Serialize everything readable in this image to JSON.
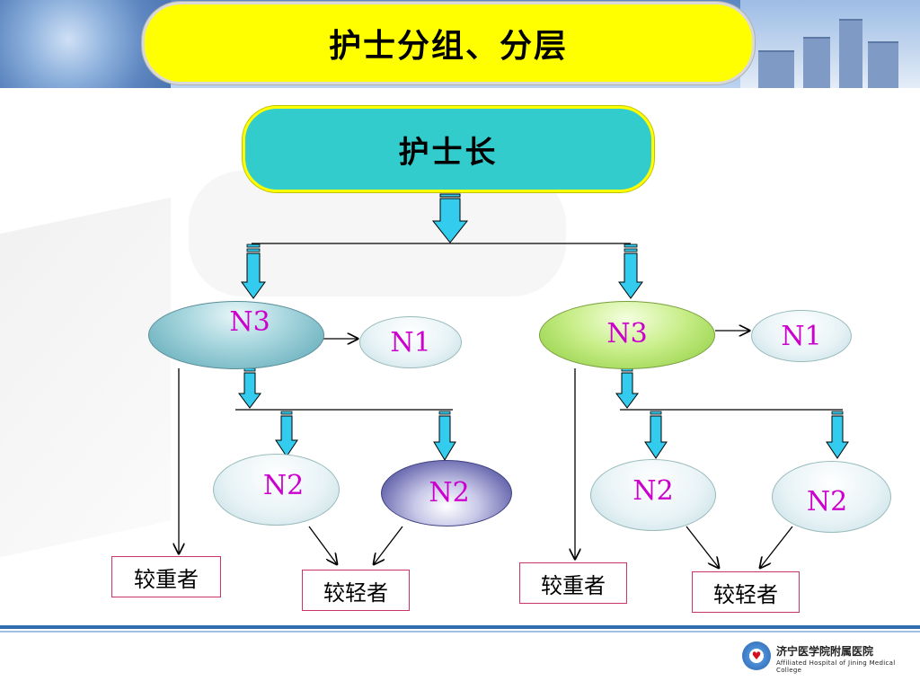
{
  "title": "护士分组、分层",
  "root": "护士长",
  "left_group": {
    "n3": "N3",
    "n1": "N1",
    "n2_a": "N2",
    "n2_b": "N2",
    "heavier": "较重者",
    "lighter": "较轻者"
  },
  "right_group": {
    "n3": "N3",
    "n1": "N1",
    "n2_a": "N2",
    "n2_b": "N2",
    "heavier": "较重者",
    "lighter": "较轻者"
  },
  "footer": {
    "hospital_cn": "济宁医学院附属医院",
    "hospital_en": "Affiliated Hospital of Jining Medical College"
  },
  "colors": {
    "title_fill": "#ffff00",
    "root_fill": "#33cccc",
    "arrow_fill": "#33ccee",
    "node_text": "#cc00cc",
    "label_border": "#cc3366"
  }
}
